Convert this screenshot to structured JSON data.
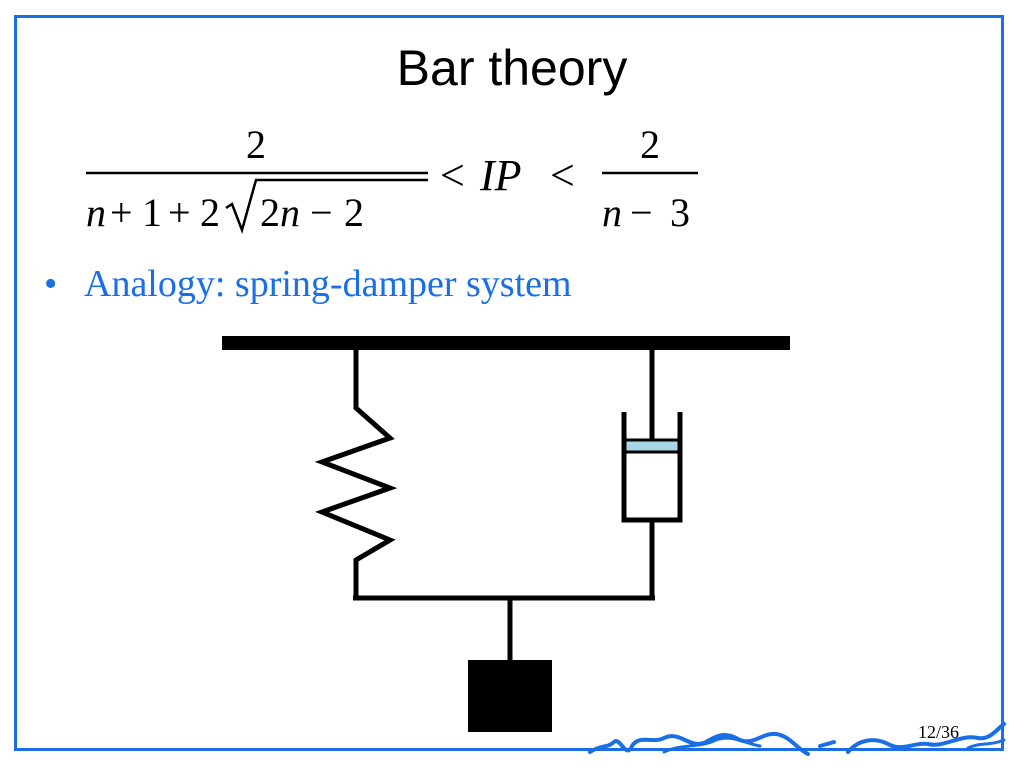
{
  "slide": {
    "title": "Bar theory",
    "bullet_marker": "•",
    "bullet_text": "Analogy: spring-damper system",
    "page_number": "12/36"
  },
  "formula": {
    "left_numerator": "2",
    "left_denominator": "n+1+2√(2n−2)",
    "middle": "< IP <",
    "right_numerator": "2",
    "right_denominator": "n−3"
  },
  "colors": {
    "accent": "#1a6fe6",
    "damper_fill": "#a8d8e8",
    "ink": "#000000"
  }
}
